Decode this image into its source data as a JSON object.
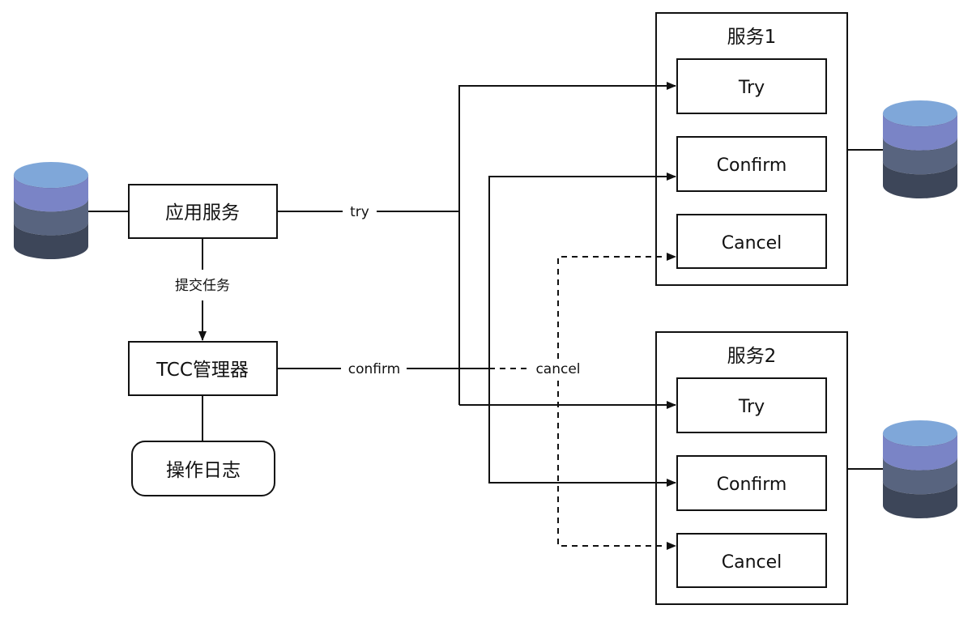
{
  "nodes": {
    "app_service": "应用服务",
    "tcc_manager": "TCC管理器",
    "operation_log": "操作日志",
    "service1": {
      "title": "服务1",
      "try": "Try",
      "confirm": "Confirm",
      "cancel": "Cancel"
    },
    "service2": {
      "title": "服务2",
      "try": "Try",
      "confirm": "Confirm",
      "cancel": "Cancel"
    }
  },
  "edges": {
    "try": "try",
    "confirm": "confirm",
    "cancel": "cancel",
    "submit_task": "提交任务"
  },
  "colors": {
    "db_top": "#7fa7d9",
    "db_layer1": "#7a84c6",
    "db_layer2": "#58647f",
    "db_layer3": "#3d4659",
    "stroke": "#111111"
  }
}
